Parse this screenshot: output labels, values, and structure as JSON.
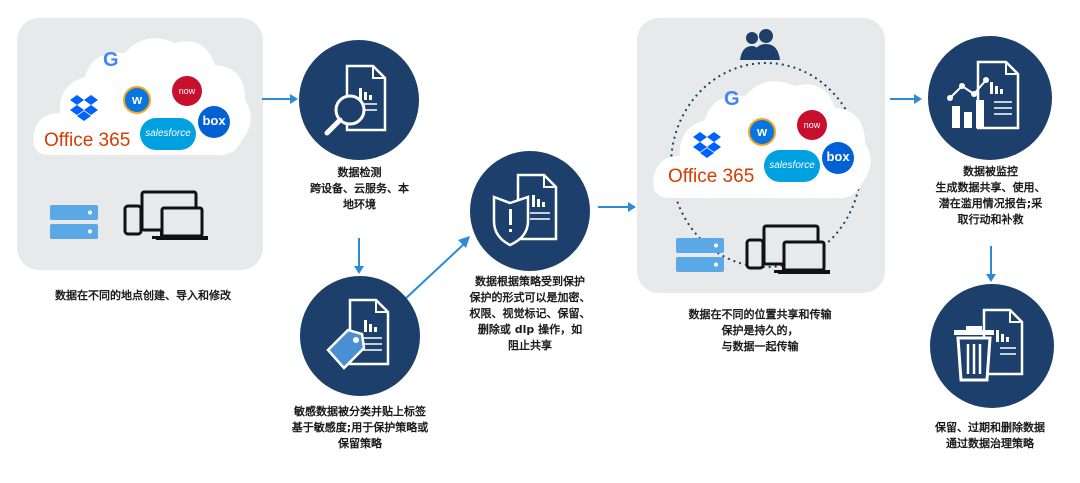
{
  "colors": {
    "circle": "#1d3f6b",
    "arrow": "#2b8bd6",
    "panel": "#e8e9ea",
    "office": "#d83b01",
    "server": "#5aa9e6"
  },
  "logos": {
    "office": "Office 365",
    "salesforce": "salesforce",
    "box": "box",
    "now": "now",
    "google": "G",
    "workday": "w"
  },
  "steps": {
    "create": "数据在不同的地点创建、导入和修改",
    "detect": [
      "数据检测",
      "跨设备、云服务、本",
      "地环境"
    ],
    "classify": [
      "敏感数据被分类并贴上标签",
      "基于敏感度;用于保护策略或",
      "保留策略"
    ],
    "protect": [
      "数据根据策略受到保护",
      "保护的形式可以是加密、",
      "权限、视觉标记、保留、",
      "删除或 dlp 操作，如",
      "阻止共享"
    ],
    "share": [
      "数据在不同的位置共享和传输",
      "保护是持久的，",
      "与数据一起传输"
    ],
    "monitor": [
      "数据被监控",
      "生成数据共享、使用、",
      "潜在滥用情况报告;采",
      "取行动和补救"
    ],
    "retain": [
      "保留、过期和删除数据",
      "通过数据治理策略"
    ]
  }
}
